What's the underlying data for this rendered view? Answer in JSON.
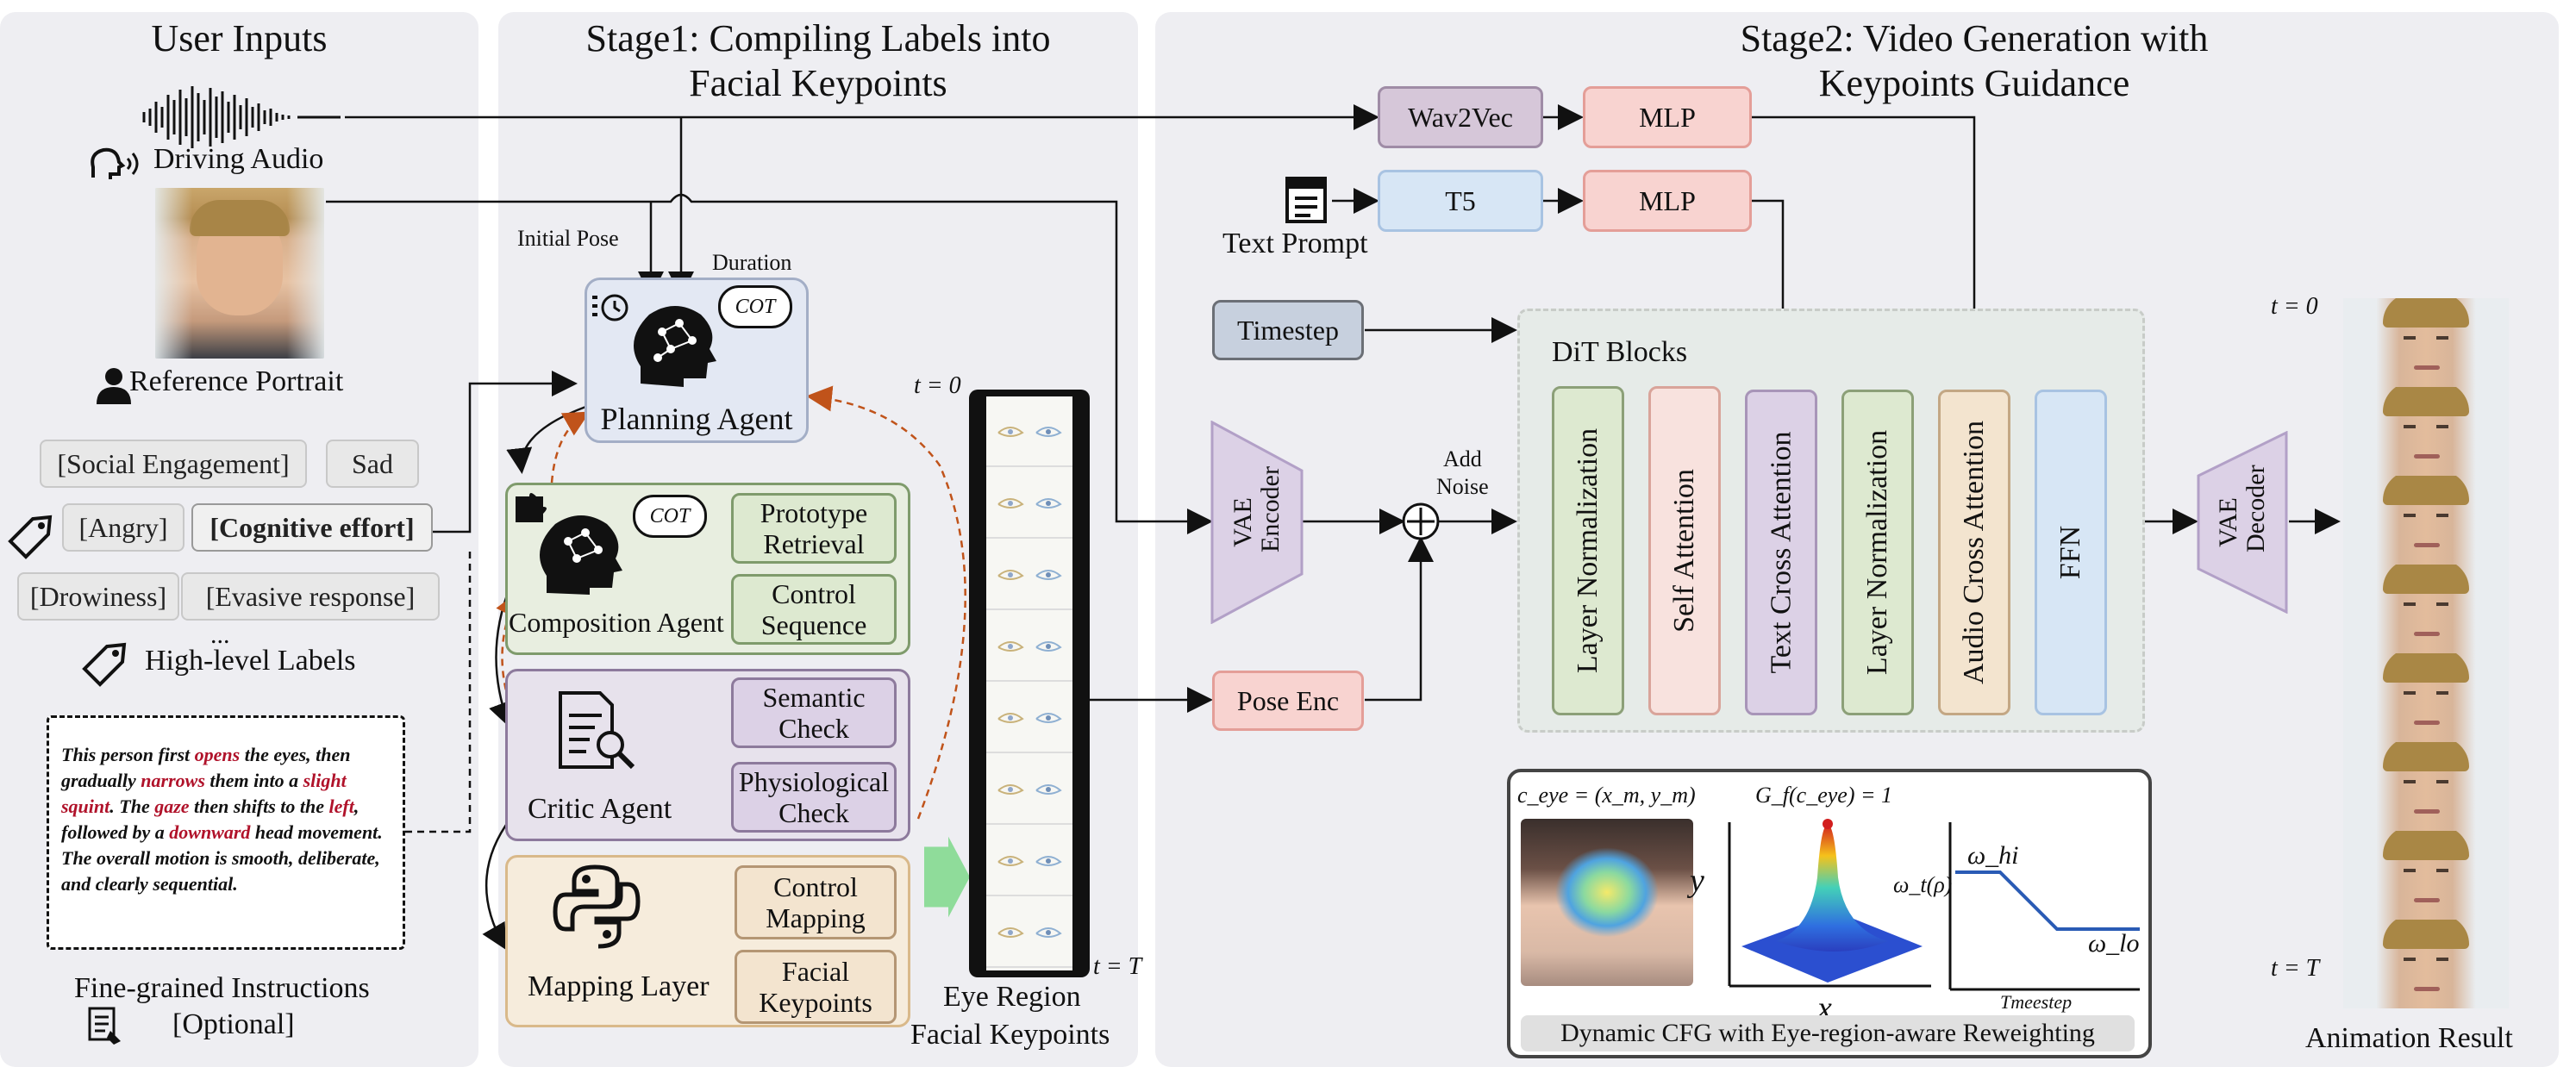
{
  "panels": {
    "user_inputs": "User Inputs",
    "stage1_line1": "Stage1: Compiling Labels into",
    "stage1_line2": "Facial Keypoints",
    "stage2_line1": "Stage2: Video Generation with",
    "stage2_line2": "Keypoints Guidance"
  },
  "user_inputs": {
    "driving_audio": "Driving Audio",
    "reference_portrait": "Reference Portrait",
    "labels": [
      "[Social Engagement]",
      "Sad",
      "[Angry]",
      "[Cognitive effort]",
      "[Drowiness]",
      "[Evasive response]"
    ],
    "ellipsis": "...",
    "high_level_labels": "High-level Labels",
    "instruction_parts": [
      {
        "t": "This person first ",
        "red": false
      },
      {
        "t": "opens",
        "red": true
      },
      {
        "t": " the eyes, then gradually ",
        "red": false
      },
      {
        "t": "narrows",
        "red": true
      },
      {
        "t": " them into a ",
        "red": false
      },
      {
        "t": "slight squint",
        "red": true
      },
      {
        "t": ". The ",
        "red": false
      },
      {
        "t": "gaze",
        "red": true
      },
      {
        "t": " then shifts to the ",
        "red": false
      },
      {
        "t": "left",
        "red": true
      },
      {
        "t": ", followed by a ",
        "red": false
      },
      {
        "t": "downward",
        "red": true
      },
      {
        "t": " head movement. The overall motion is smooth, deliberate, and clearly sequential.",
        "red": false
      }
    ],
    "fine_grained_line1": "Fine-grained Instructions",
    "fine_grained_line2": "[Optional]"
  },
  "stage1": {
    "initial_pose": "Initial Pose",
    "duration": "Duration",
    "cot": "COT",
    "planning_agent": "Planning Agent",
    "composition_agent": "Composition Agent",
    "prototype_retrieval": "Prototype Retrieval",
    "control_sequence": "Control Sequence",
    "critic_agent": "Critic Agent",
    "semantic_check": "Semantic Check",
    "physiological_check": "Physiological Check",
    "mapping_layer": "Mapping Layer",
    "control_mapping": "Control Mapping",
    "facial_keypoints": "Facial Keypoints",
    "t0": "t = 0",
    "tT": "t = T",
    "eye_region_line1": "Eye Region",
    "eye_region_line2": "Facial Keypoints"
  },
  "stage2": {
    "wav2vec": "Wav2Vec",
    "mlp1": "MLP",
    "t5": "T5",
    "mlp2": "MLP",
    "text_prompt": "Text Prompt",
    "timestep": "Timestep",
    "dit_blocks": "DiT Blocks",
    "vae_encoder": "VAE Encoder",
    "add_noise_line1": "Add",
    "add_noise_line2": "Noise",
    "pose_enc": "Pose Enc",
    "blocks": [
      "Layer Normalization",
      "Self Attention",
      "Text Cross Attention",
      "Layer Normalization",
      "Audio Cross Attention",
      "FFN"
    ],
    "vae_decoder": "VAE Decoder",
    "t0": "t = 0",
    "tT": "t = T",
    "animation_result": "Animation Result",
    "cfg_ceye": "c_eye = (x_m, y_m)",
    "cfg_gf": "G_f(c_eye) = 1",
    "cfg_y": "y",
    "cfg_x": "x",
    "cfg_omega_t": "ω_t(ρ)",
    "cfg_omega_hi": "ω_hi",
    "cfg_omega_lo": "ω_lo",
    "cfg_timestep": "Tmeestep",
    "cfg_caption": "Dynamic CFG with Eye-region-aware Reweighting"
  },
  "colors": {
    "red_text": "#b0122a",
    "arrow_orange": "#c0531a",
    "panel_bg": "#eeeef2",
    "mlp_fill": "#f8d3d0",
    "wav2vec_fill": "#d6c7d9",
    "t5_fill": "#d7e6f5",
    "timestep_fill": "#c7d0de"
  }
}
